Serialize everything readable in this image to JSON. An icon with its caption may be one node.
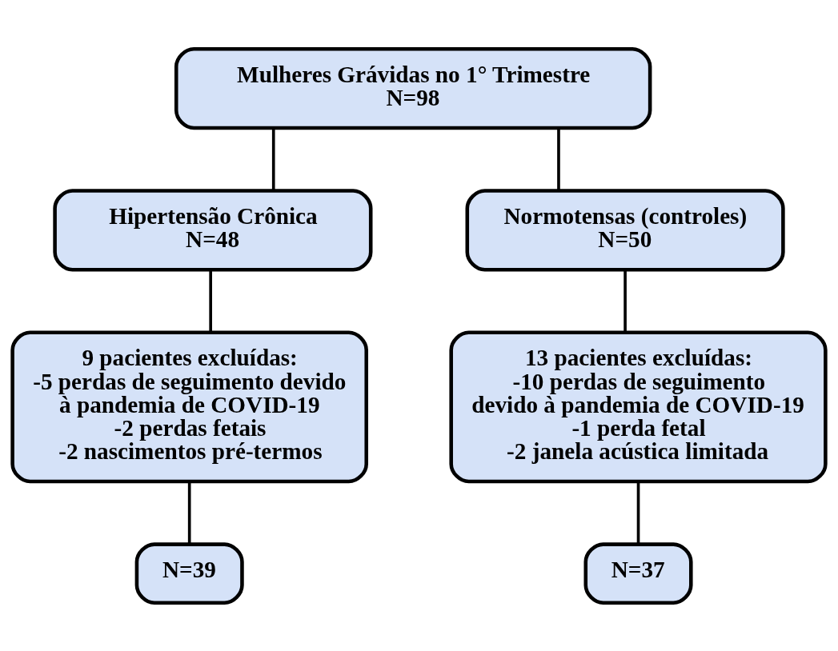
{
  "diagram": {
    "nodes": [
      {
        "text": [
          "Mulheres Grávidas no 1° Trimestre",
          "N=98"
        ]
      },
      {
        "text": [
          "Hipertensão Crônica",
          "N=48"
        ]
      },
      {
        "text": [
          "Normotensas (controles)",
          "N=50"
        ]
      },
      {
        "text": [
          "9 pacientes excluídas:",
          "-5 perdas de seguimento devido à pandemia de COVID-19",
          "-2 perdas fetais",
          "-2 nascimentos pré-termos"
        ]
      },
      {
        "text": [
          "13 pacientes excluídas:",
          "-10 perdas de seguimento devido à pandemia de COVID-19",
          "-1 perda fetal",
          "-2 janela acústica limitada"
        ]
      },
      {
        "text": [
          "N=39"
        ]
      },
      {
        "text": [
          "N=37"
        ]
      }
    ],
    "edges": [
      {
        "from": 0,
        "to": 1,
        "arrow": "none"
      },
      {
        "from": 0,
        "to": 2,
        "arrow": "none"
      },
      {
        "from": 1,
        "to": 3,
        "arrow": "none"
      },
      {
        "from": 2,
        "to": 4,
        "arrow": "none"
      },
      {
        "from": 3,
        "to": 5,
        "arrow": "none"
      },
      {
        "from": 4,
        "to": 6,
        "arrow": "none"
      }
    ]
  }
}
